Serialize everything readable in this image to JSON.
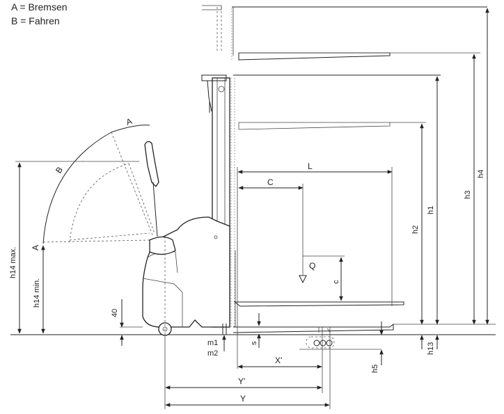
{
  "legend": {
    "a": "A = Bremsen",
    "b": "B = Fahren"
  },
  "labels": {
    "A_top": "A",
    "B_arc": "B",
    "A_side": "A",
    "h14_max": "h14 max.",
    "h14_min": "h14 min.",
    "forty": "40",
    "L": "L",
    "C": "C",
    "Q": "Q",
    "c": "c",
    "h1": "h1",
    "h2": "h2",
    "h3": "h3",
    "h4": "h4",
    "h13": "h13",
    "h5": "h5",
    "m1": "m1",
    "m2": "m2",
    "s": "s",
    "X": "X'",
    "Yp": "Y'",
    "Y": "Y"
  }
}
